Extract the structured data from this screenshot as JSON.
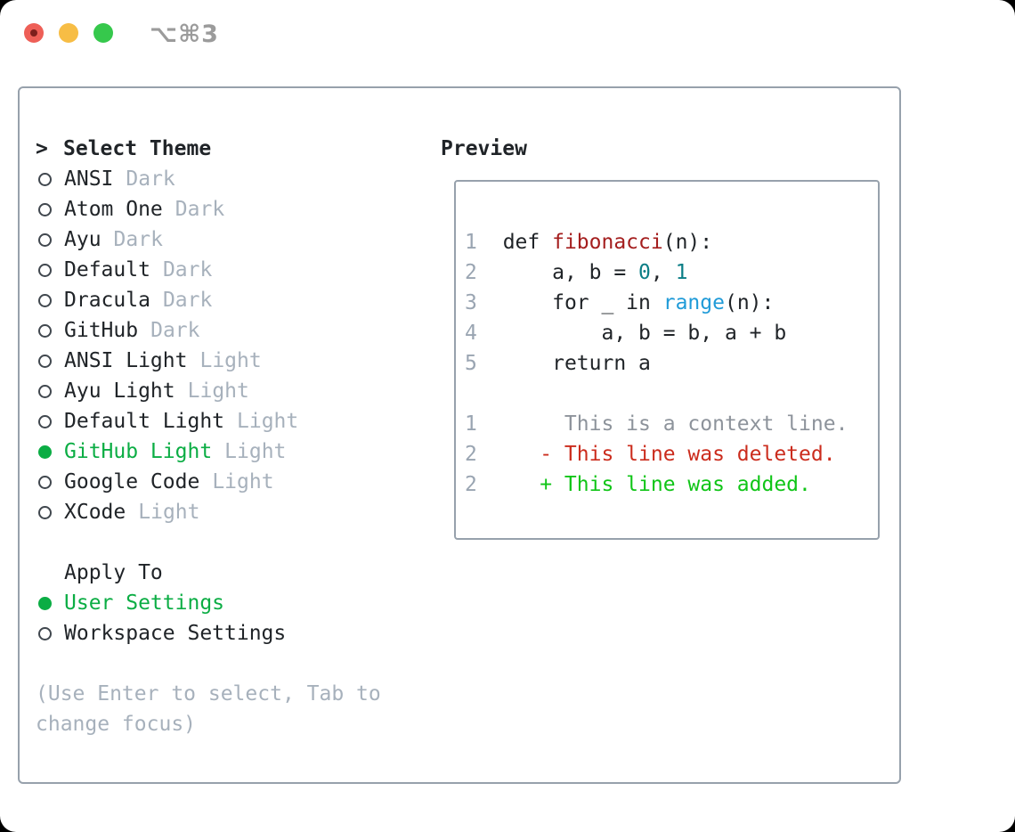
{
  "window": {
    "shortcut": "⌥⌘3"
  },
  "colors": {
    "text": "#202428",
    "muted": "#a7b1bc",
    "border": "#97a1ac",
    "radio_ring": "#40474e",
    "selected_green": "#0bad44",
    "line_number": "#9aa5b2",
    "context": "#8d939b",
    "deleted": "#cb2c1d",
    "added": "#10c517",
    "func": "#a41e1e",
    "number_literal": "#0b7e86",
    "builtin": "#209bd8",
    "titlebar_text": "#9b9b9b",
    "traffic_red": "#ee5f57",
    "traffic_red_dot": "#7d1f1c",
    "traffic_yellow": "#f7bd45",
    "traffic_green": "#36c84c"
  },
  "theme_panel": {
    "cursor": ">",
    "title": "Select Theme",
    "items": [
      {
        "name": "ANSI",
        "variant": "Dark",
        "selected": false
      },
      {
        "name": "Atom One",
        "variant": "Dark",
        "selected": false
      },
      {
        "name": "Ayu",
        "variant": "Dark",
        "selected": false
      },
      {
        "name": "Default",
        "variant": "Dark",
        "selected": false
      },
      {
        "name": "Dracula",
        "variant": "Dark",
        "selected": false
      },
      {
        "name": "GitHub",
        "variant": "Dark",
        "selected": false
      },
      {
        "name": "ANSI Light",
        "variant": "Light",
        "selected": false
      },
      {
        "name": "Ayu Light",
        "variant": "Light",
        "selected": false
      },
      {
        "name": "Default Light",
        "variant": "Light",
        "selected": false
      },
      {
        "name": "GitHub Light",
        "variant": "Light",
        "selected": true
      },
      {
        "name": "Google Code",
        "variant": "Light",
        "selected": false
      },
      {
        "name": "XCode",
        "variant": "Light",
        "selected": false
      }
    ]
  },
  "apply_to": {
    "title": "Apply To",
    "options": [
      {
        "label": "User Settings",
        "selected": true
      },
      {
        "label": "Workspace Settings",
        "selected": false
      }
    ]
  },
  "help_text": "(Use Enter to select, Tab to change focus)",
  "preview": {
    "title": "Preview",
    "code_lines": [
      {
        "num": "1",
        "tokens": [
          {
            "text": "def ",
            "color": "text"
          },
          {
            "text": "fibonacci",
            "color": "func"
          },
          {
            "text": "(n):",
            "color": "text"
          }
        ]
      },
      {
        "num": "2",
        "tokens": [
          {
            "text": "    a, b = ",
            "color": "text"
          },
          {
            "text": "0",
            "color": "number_literal"
          },
          {
            "text": ", ",
            "color": "text"
          },
          {
            "text": "1",
            "color": "number_literal"
          }
        ]
      },
      {
        "num": "3",
        "tokens": [
          {
            "text": "    for _ in ",
            "color": "text"
          },
          {
            "text": "range",
            "color": "builtin"
          },
          {
            "text": "(n):",
            "color": "text"
          }
        ]
      },
      {
        "num": "4",
        "tokens": [
          {
            "text": "        a, b = b, a + b",
            "color": "text"
          }
        ]
      },
      {
        "num": "5",
        "tokens": [
          {
            "text": "    return a",
            "color": "text"
          }
        ]
      }
    ],
    "diff_lines": [
      {
        "num": "1",
        "marker": " ",
        "text": "This is a context line.",
        "kind": "context"
      },
      {
        "num": "2",
        "marker": "-",
        "text": "This line was deleted.",
        "kind": "deleted"
      },
      {
        "num": "2",
        "marker": "+",
        "text": "This line was added.",
        "kind": "added"
      }
    ]
  }
}
